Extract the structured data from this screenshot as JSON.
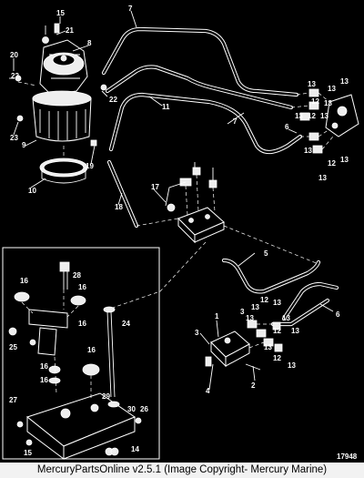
{
  "diagram": {
    "document_number": "17948",
    "callouts": [
      "1",
      "2",
      "3",
      "4",
      "5",
      "6",
      "7",
      "8",
      "9",
      "10",
      "11",
      "12",
      "13",
      "14",
      "15",
      "16",
      "17",
      "18",
      "19",
      "20",
      "21",
      "22",
      "23",
      "24",
      "25",
      "26",
      "27",
      "28",
      "29",
      "30"
    ]
  },
  "footer": {
    "text": "MercuryPartsOnline v2.5.1 (Image Copyright- Mercury Marine)"
  }
}
